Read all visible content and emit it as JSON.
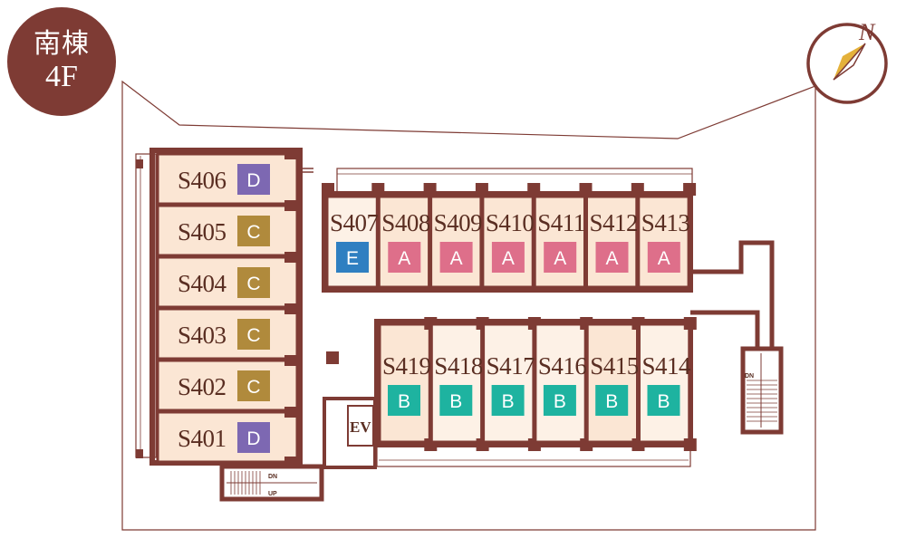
{
  "badge": {
    "line1": "南棟",
    "line2": "4F"
  },
  "compass": {
    "label": "N"
  },
  "legend_colors": {
    "A": "#de6f8a",
    "B": "#1eb3a0",
    "C": "#b08a3c",
    "D": "#7d68b2",
    "E": "#2f7fc1"
  },
  "units": {
    "S401": {
      "label": "S401",
      "type": "D"
    },
    "S402": {
      "label": "S402",
      "type": "C"
    },
    "S403": {
      "label": "S403",
      "type": "C"
    },
    "S404": {
      "label": "S404",
      "type": "C"
    },
    "S405": {
      "label": "S405",
      "type": "C"
    },
    "S406": {
      "label": "S406",
      "type": "D"
    },
    "S407": {
      "label": "S407",
      "type": "E"
    },
    "S408": {
      "label": "S408",
      "type": "A"
    },
    "S409": {
      "label": "S409",
      "type": "A"
    },
    "S410": {
      "label": "S410",
      "type": "A"
    },
    "S411": {
      "label": "S411",
      "type": "A"
    },
    "S412": {
      "label": "S412",
      "type": "A"
    },
    "S413": {
      "label": "S413",
      "type": "A"
    },
    "S414": {
      "label": "S414",
      "type": "B"
    },
    "S415": {
      "label": "S415",
      "type": "B"
    },
    "S416": {
      "label": "S416",
      "type": "B"
    },
    "S417": {
      "label": "S417",
      "type": "B"
    },
    "S418": {
      "label": "S418",
      "type": "B"
    },
    "S419": {
      "label": "S419",
      "type": "B"
    }
  },
  "elevator": {
    "label": "EV"
  },
  "stairs": {
    "dn": "DN",
    "up": "UP"
  }
}
